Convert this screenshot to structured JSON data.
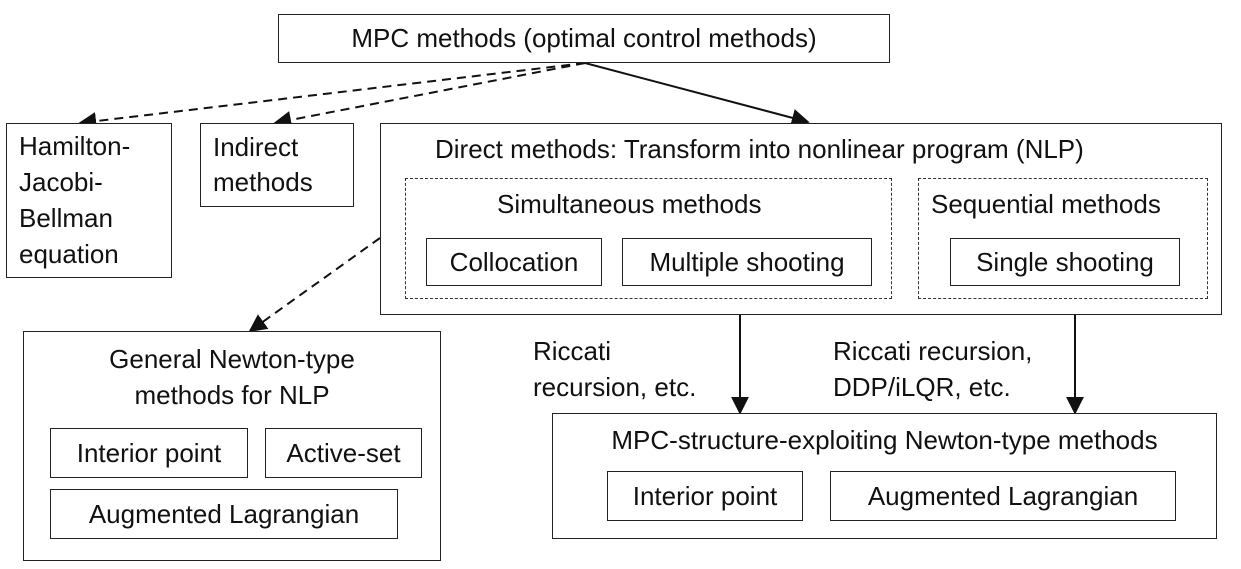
{
  "root": {
    "label": "MPC methods (optimal control methods)"
  },
  "hjb": {
    "lines": [
      "Hamilton-",
      "Jacobi-",
      "Bellman",
      "equation"
    ]
  },
  "indirect": {
    "lines": [
      "Indirect",
      "methods"
    ]
  },
  "direct": {
    "title": "Direct methods: Transform into nonlinear program (NLP)",
    "simultaneous": {
      "title": "Simultaneous methods",
      "items": [
        "Collocation",
        "Multiple shooting"
      ]
    },
    "sequential": {
      "title": "Sequential methods",
      "items": [
        "Single shooting"
      ]
    }
  },
  "general": {
    "title_lines": [
      "General Newton-type",
      "methods for NLP"
    ],
    "items": [
      "Interior point",
      "Active-set",
      "Augmented Lagrangian"
    ]
  },
  "mpc_structure": {
    "title": "MPC-structure-exploiting Newton-type methods",
    "items": [
      "Interior point",
      "Augmented Lagrangian"
    ]
  },
  "edge_labels": {
    "left": [
      "Riccati",
      "recursion, etc."
    ],
    "right": [
      "Riccati recursion,",
      "DDP/iLQR, etc."
    ]
  }
}
